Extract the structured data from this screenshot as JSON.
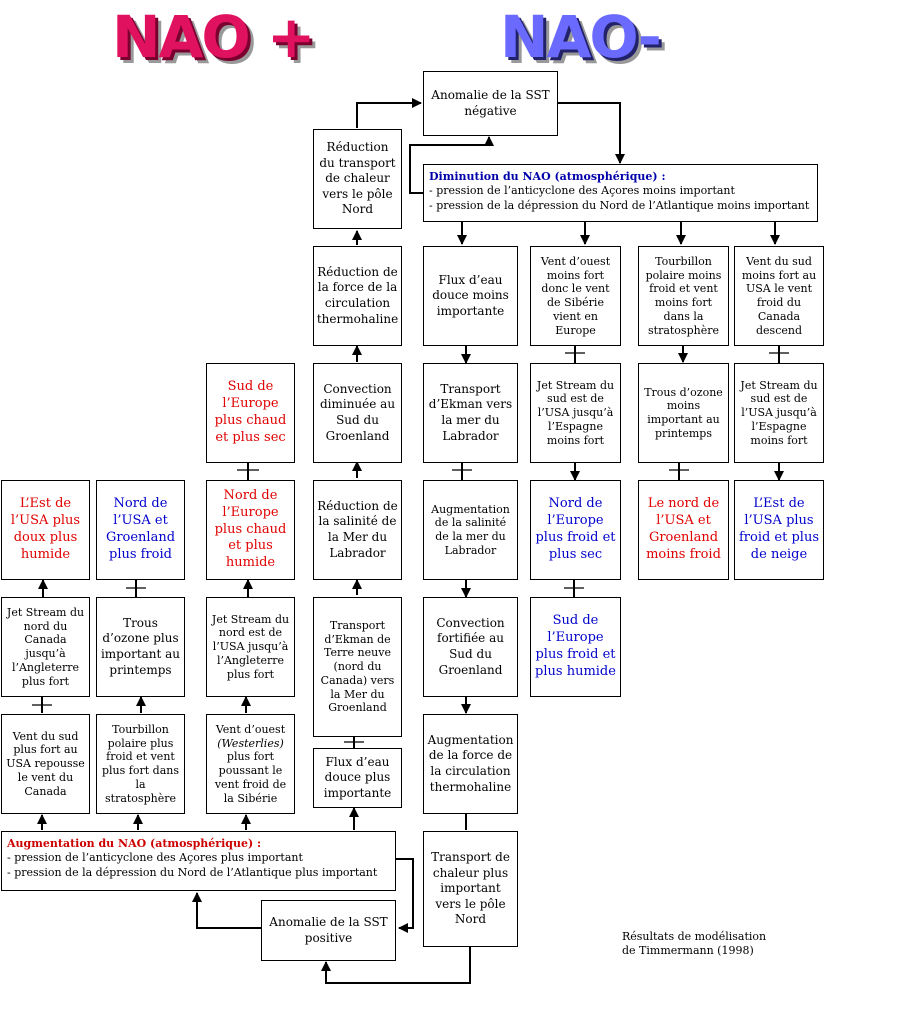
{
  "titles": {
    "plus": "NAO +",
    "minus": "NAO-"
  },
  "credit": {
    "line1": "Résultats de modélisation",
    "line2": "de Timmermann (1998)"
  },
  "nao_minus": {
    "sst_anomaly": "Anomalie de la SST négative",
    "reduction_transport": "Réduction du transport de chaleur vers le pôle Nord",
    "diminution": {
      "heading": "Diminution du NAO (atmosphérique) :",
      "line1": "- pression de l’anticyclone des Açores moins important",
      "line2": "- pression de la dépression du Nord de l’Atlantique moins important"
    },
    "reduction_force": "Réduction de la force de la circulation thermohaline",
    "flux_moins": "Flux d’eau douce moins importante",
    "vent_ouest_moins": "Vent d’ouest moins fort donc le vent de Sibérie vient en Europe",
    "tourbillon_moins": "Tourbillon polaire moins froid et vent moins fort dans la stratosphère",
    "vent_sud_moins": "Vent du sud moins fort au USA le vent froid du Canada descend",
    "convection_diminuee": "Convection diminuée au Sud du Groenland",
    "transport_ekman_labrador": "Transport d’Ekman vers la mer du Labrador",
    "jet_stream_moins_a": "Jet Stream du sud est de l’USA jusqu’à l’Espagne moins fort",
    "trous_ozone_moins": "Trous d’ozone moins important au printemps",
    "jet_stream_moins_b": "Jet Stream du sud est de l’USA jusqu’à l’Espagne moins fort",
    "reduction_salinite": "Réduction de la salinité de la Mer du Labrador",
    "augmentation_salinite": "Augmentation de la salinité de la mer du Labrador",
    "nord_europe_froid": "Nord de l’Europe plus froid et plus sec",
    "nord_usa_moins_froid": "Le nord de l’USA et Groenland moins froid",
    "est_usa_froid": "L’Est de l’USA plus froid et plus de neige",
    "sud_europe_froid": "Sud de l’Europe plus froid et plus humide",
    "convection_fortifiee": "Convection fortifiée au Sud du Groenland",
    "augmentation_force": "Augmentation de la force de la circulation thermohaline",
    "transport_chaleur": "Transport de chaleur plus important vers le pôle Nord"
  },
  "nao_plus": {
    "sud_europe_chaud": "Sud de l’Europe plus chaud et plus sec",
    "est_usa_doux": "L’Est de l’USA plus doux plus humide",
    "nord_usa_froid": "Nord de l’USA et Groenland plus froid",
    "nord_europe_chaud": "Nord de l’Europe plus chaud et plus humide",
    "jet_stream_canada": "Jet Stream du nord du Canada jusqu’à l’Angleterre plus fort",
    "trous_ozone_plus": "Trous d’ozone plus important au printemps",
    "jet_stream_usa": "Jet Stream du nord est de l’USA jusqu’à l’Angleterre plus fort",
    "transport_ekman_terre_neuve": "Transport d’Ekman de Terre neuve (nord du Canada) vers la Mer du Groenland",
    "vent_sud_plus": "Vent du sud plus fort au USA repousse le vent du Canada",
    "tourbillon_plus": "Tourbillon polaire plus froid et vent plus fort dans la stratosphère",
    "vent_ouest_pre": "Vent d’ouest",
    "vent_ouest_em": "(Westerlies)",
    "vent_ouest_post": "plus fort poussant le vent froid de la Sibérie",
    "flux_plus": "Flux d’eau douce plus importante",
    "augmentation": {
      "heading": "Augmentation du NAO (atmosphérique) :",
      "line1": "- pression de l’anticyclone des Açores plus important",
      "line2": "- pression de la dépression du Nord de l’Atlantique plus important"
    },
    "sst_anomaly": "Anomalie de la SST positive"
  },
  "colors": {
    "red_text": "#e00000",
    "blue_text": "#0000cc",
    "nao_plus": "#e0115f",
    "nao_minus": "#6a6aff"
  }
}
